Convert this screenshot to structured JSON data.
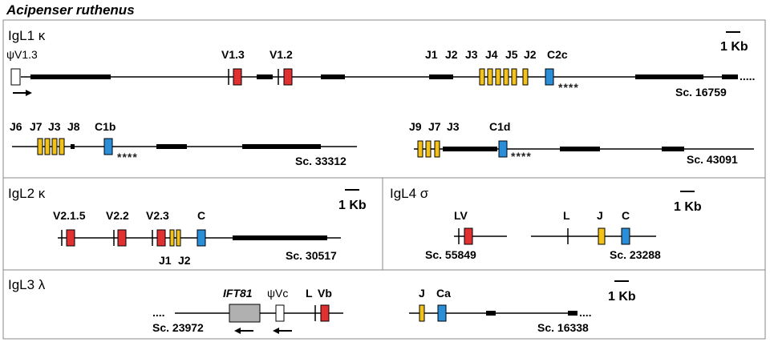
{
  "title": "Acipenser ruthenus",
  "colors": {
    "v_segment": "#e03030",
    "j_segment": "#f2c218",
    "c_segment": "#2a8fd8",
    "ift81": "#b0b0b0",
    "pseudo": "#ffffff"
  },
  "panels": {
    "igl1": {
      "label": "IgL1 κ",
      "scale": "1 Kb",
      "row1": {
        "psi": "ψV1.3",
        "v13": "V1.3",
        "v12": "V1.2",
        "j": [
          "J1",
          "J2",
          "J3",
          "J4",
          "J5",
          "J2"
        ],
        "c": "C2c",
        "stars": "****",
        "scaffold": "Sc. 16759",
        "dots": "....."
      },
      "row2a": {
        "j": [
          "J6",
          "J7",
          "J3",
          "J8"
        ],
        "c": "C1b",
        "stars": "****",
        "scaffold": "Sc. 33312"
      },
      "row2b": {
        "j": [
          "J9",
          "J7",
          "J3"
        ],
        "c": "C1d",
        "stars": "****",
        "scaffold": "Sc. 43091"
      }
    },
    "igl2": {
      "label": "IgL2 κ",
      "scale": "1 Kb",
      "v": [
        "V2.1.5",
        "V2.2",
        "V2.3"
      ],
      "c": "C",
      "j": [
        "J1",
        "J2"
      ],
      "scaffold": "Sc. 30517"
    },
    "igl4": {
      "label": "IgL4 σ",
      "scale": "1 Kb",
      "a": {
        "lv": "LV",
        "scaffold": "Sc. 55849"
      },
      "b": {
        "l": "L",
        "j": "J",
        "c": "C",
        "scaffold": "Sc. 23288"
      }
    },
    "igl3": {
      "label": "IgL3 λ",
      "scale": "1 Kb",
      "a": {
        "dots": "....",
        "ift81": "IFT81",
        "psi": "ψVc",
        "l": "L",
        "vb": "Vb",
        "scaffold": "Sc. 23972"
      },
      "b": {
        "j": "J",
        "ca": "Ca",
        "scaffold": "Sc. 16338",
        "dots": "...."
      }
    }
  }
}
